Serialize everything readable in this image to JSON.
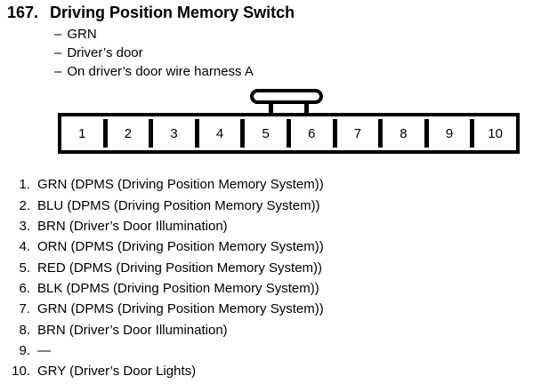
{
  "colors": {
    "ink": "#000000",
    "paper": "#ffffff"
  },
  "header": {
    "number": "167.",
    "title": "Driving Position Memory Switch"
  },
  "details": {
    "bullet": "–",
    "items": [
      "GRN",
      "Driver’s door",
      "On driver’s door wire harness A"
    ]
  },
  "connector": {
    "pins": [
      "1",
      "2",
      "3",
      "4",
      "5",
      "6",
      "7",
      "8",
      "9",
      "10"
    ]
  },
  "pin_list": {
    "rows": [
      {
        "num": "1.",
        "desc": "GRN (DPMS (Driving Position Memory System))"
      },
      {
        "num": "2.",
        "desc": "BLU (DPMS (Driving Position Memory System))"
      },
      {
        "num": "3.",
        "desc": "BRN (Driver’s Door Illumination)"
      },
      {
        "num": "4.",
        "desc": "ORN (DPMS (Driving Position Memory System))"
      },
      {
        "num": "5.",
        "desc": "RED (DPMS (Driving Position Memory System))"
      },
      {
        "num": "6.",
        "desc": "BLK (DPMS (Driving Position Memory System))"
      },
      {
        "num": "7.",
        "desc": "GRN (DPMS (Driving Position Memory System))"
      },
      {
        "num": "8.",
        "desc": "BRN (Driver’s Door Illumination)"
      },
      {
        "num": "9.",
        "desc": "—"
      },
      {
        "num": "10.",
        "desc": "GRY (Driver’s Door Lights)"
      }
    ]
  }
}
